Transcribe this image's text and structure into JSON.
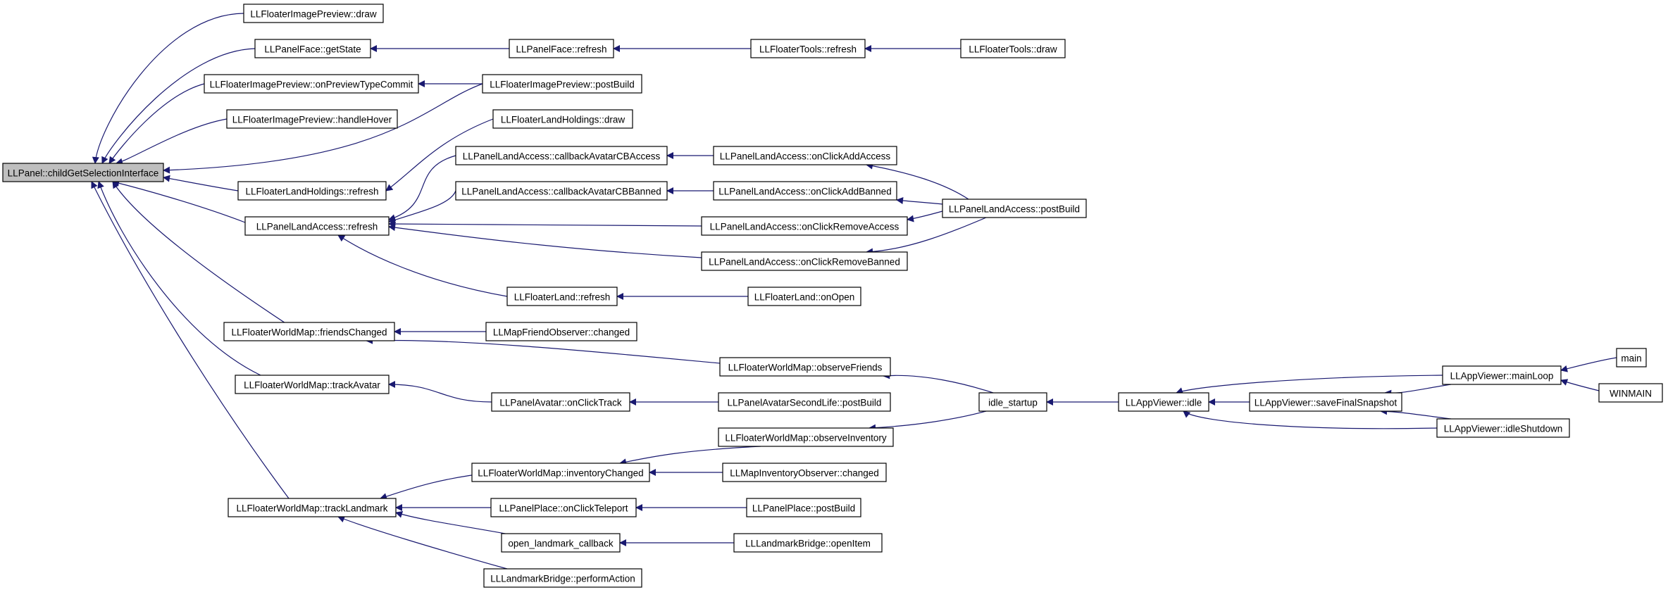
{
  "root": "n0",
  "nodes": [
    {
      "id": "n0",
      "label": "LLPanel::childGetSelectionInterface"
    },
    {
      "id": "n1",
      "label": "LLFloaterImagePreview::draw"
    },
    {
      "id": "n2",
      "label": "LLPanelFace::getState"
    },
    {
      "id": "n3",
      "label": "LLPanelFace::refresh"
    },
    {
      "id": "n4",
      "label": "LLFloaterTools::refresh"
    },
    {
      "id": "n5",
      "label": "LLFloaterTools::draw"
    },
    {
      "id": "n6",
      "label": "LLFloaterImagePreview::onPreviewTypeCommit"
    },
    {
      "id": "n7",
      "label": "LLFloaterImagePreview::postBuild"
    },
    {
      "id": "n8",
      "label": "LLFloaterImagePreview::handleHover"
    },
    {
      "id": "n9",
      "label": "LLFloaterLandHoldings::draw"
    },
    {
      "id": "n10",
      "label": "LLFloaterLandHoldings::refresh"
    },
    {
      "id": "n11",
      "label": "LLPanelLandAccess::callbackAvatarCBAccess"
    },
    {
      "id": "n12",
      "label": "LLPanelLandAccess::onClickAddAccess"
    },
    {
      "id": "n13",
      "label": "LLPanelLandAccess::callbackAvatarCBBanned"
    },
    {
      "id": "n14",
      "label": "LLPanelLandAccess::onClickAddBanned"
    },
    {
      "id": "n15",
      "label": "LLPanelLandAccess::postBuild"
    },
    {
      "id": "n16",
      "label": "LLPanelLandAccess::refresh"
    },
    {
      "id": "n17",
      "label": "LLPanelLandAccess::onClickRemoveAccess"
    },
    {
      "id": "n18",
      "label": "LLPanelLandAccess::onClickRemoveBanned"
    },
    {
      "id": "n19",
      "label": "LLFloaterLand::refresh"
    },
    {
      "id": "n20",
      "label": "LLFloaterLand::onOpen"
    },
    {
      "id": "n21",
      "label": "LLFloaterWorldMap::friendsChanged"
    },
    {
      "id": "n22",
      "label": "LLMapFriendObserver::changed"
    },
    {
      "id": "n23",
      "label": "LLFloaterWorldMap::observeFriends"
    },
    {
      "id": "n24",
      "label": "LLFloaterWorldMap::trackAvatar"
    },
    {
      "id": "n25",
      "label": "LLPanelAvatar::onClickTrack"
    },
    {
      "id": "n26",
      "label": "LLPanelAvatarSecondLife::postBuild"
    },
    {
      "id": "n27",
      "label": "idle_startup"
    },
    {
      "id": "n28",
      "label": "LLAppViewer::idle"
    },
    {
      "id": "n29",
      "label": "LLAppViewer::saveFinalSnapshot"
    },
    {
      "id": "n30",
      "label": "LLAppViewer::mainLoop"
    },
    {
      "id": "n31",
      "label": "main"
    },
    {
      "id": "n32",
      "label": "WINMAIN"
    },
    {
      "id": "n33",
      "label": "LLAppViewer::idleShutdown"
    },
    {
      "id": "n34",
      "label": "LLFloaterWorldMap::observeInventory"
    },
    {
      "id": "n35",
      "label": "LLFloaterWorldMap::inventoryChanged"
    },
    {
      "id": "n36",
      "label": "LLMapInventoryObserver::changed"
    },
    {
      "id": "n37",
      "label": "LLFloaterWorldMap::trackLandmark"
    },
    {
      "id": "n38",
      "label": "LLPanelPlace::onClickTeleport"
    },
    {
      "id": "n39",
      "label": "LLPanelPlace::postBuild"
    },
    {
      "id": "n40",
      "label": "open_landmark_callback"
    },
    {
      "id": "n41",
      "label": "LLLandmarkBridge::openItem"
    },
    {
      "id": "n42",
      "label": "LLLandmarkBridge::performAction"
    }
  ],
  "edges": [
    [
      "n1",
      "n0"
    ],
    [
      "n2",
      "n0"
    ],
    [
      "n6",
      "n0"
    ],
    [
      "n8",
      "n0"
    ],
    [
      "n7",
      "n0"
    ],
    [
      "n10",
      "n0"
    ],
    [
      "n16",
      "n0"
    ],
    [
      "n21",
      "n0"
    ],
    [
      "n24",
      "n0"
    ],
    [
      "n37",
      "n0"
    ],
    [
      "n3",
      "n2"
    ],
    [
      "n4",
      "n3"
    ],
    [
      "n5",
      "n4"
    ],
    [
      "n7",
      "n6"
    ],
    [
      "n9",
      "n10"
    ],
    [
      "n11",
      "n16"
    ],
    [
      "n13",
      "n16"
    ],
    [
      "n17",
      "n16"
    ],
    [
      "n18",
      "n16"
    ],
    [
      "n19",
      "n16"
    ],
    [
      "n12",
      "n11"
    ],
    [
      "n14",
      "n13"
    ],
    [
      "n15",
      "n12"
    ],
    [
      "n15",
      "n14"
    ],
    [
      "n15",
      "n17"
    ],
    [
      "n15",
      "n18"
    ],
    [
      "n20",
      "n19"
    ],
    [
      "n22",
      "n21"
    ],
    [
      "n23",
      "n21"
    ],
    [
      "n27",
      "n23"
    ],
    [
      "n25",
      "n24"
    ],
    [
      "n26",
      "n25"
    ],
    [
      "n28",
      "n27"
    ],
    [
      "n29",
      "n28"
    ],
    [
      "n30",
      "n28"
    ],
    [
      "n33",
      "n28"
    ],
    [
      "n30",
      "n29"
    ],
    [
      "n33",
      "n29"
    ],
    [
      "n31",
      "n30"
    ],
    [
      "n32",
      "n30"
    ],
    [
      "n27",
      "n34"
    ],
    [
      "n34",
      "n35"
    ],
    [
      "n36",
      "n35"
    ],
    [
      "n35",
      "n37"
    ],
    [
      "n38",
      "n37"
    ],
    [
      "n40",
      "n37"
    ],
    [
      "n42",
      "n37"
    ],
    [
      "n39",
      "n38"
    ],
    [
      "n41",
      "n40"
    ]
  ]
}
